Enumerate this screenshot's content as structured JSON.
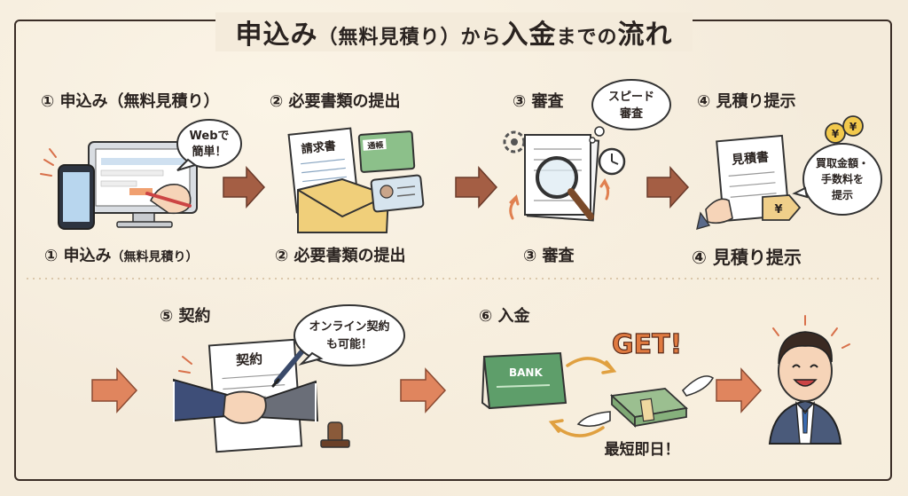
{
  "title": {
    "main_a": "申込み",
    "paren": "（無料見積り）",
    "main_b": "から",
    "main_c": "入金",
    "main_d": "までの",
    "main_e": "流れ"
  },
  "steps": [
    {
      "top_label": "① 申込み（無料見積り）",
      "bottom_label_a": "① 申込み",
      "bottom_label_b": "（無料見積り）",
      "bubble_l1": "Webで",
      "bubble_l2": "簡単！"
    },
    {
      "top_label": "② 必要書類の提出",
      "bottom_label": "② 必要書類の提出",
      "doc_label": "請求書",
      "passbook_label": "通帳"
    },
    {
      "top_label": "③ 審査",
      "bottom_label": "③ 審査",
      "bubble_l1": "スピード",
      "bubble_l2": "審査"
    },
    {
      "top_label": "④ 見積り提示",
      "bottom_label": "④ 見積り提示",
      "doc_label": "見積書",
      "bubble_l1": "買取金額・",
      "bubble_l2": "手数料を",
      "bubble_l3": "提示",
      "tag": "¥",
      "coin": "¥"
    },
    {
      "top_label": "⑤ 契約",
      "doc_label": "契約",
      "bubble_l1": "オンライン契約",
      "bubble_l2": "も可能！"
    },
    {
      "top_label": "⑥ 入金",
      "bank_label": "BANK",
      "get_label": "GET!",
      "caption": "最短即日！"
    }
  ],
  "colors": {
    "arrow": "#a45e44",
    "accent": "#f2b48a",
    "green": "#8cc08a",
    "envelope": "#f0cf7a",
    "suit": "#4a5a7a"
  }
}
